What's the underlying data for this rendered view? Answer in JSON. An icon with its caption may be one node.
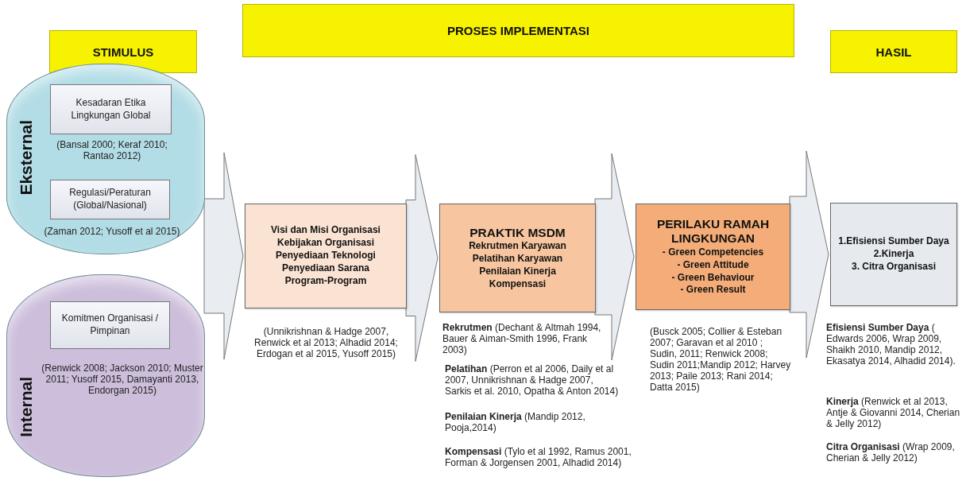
{
  "diagram": {
    "nodes": [
      {
        "text": [
          "STIMULUS"
        ]
      },
      {
        "text": [
          "PROSES IMPLEMENTASI"
        ]
      },
      {
        "text": [
          "HASIL"
        ]
      },
      {
        "text": [
          "Eksternal"
        ]
      },
      {
        "text": [
          "Kesadaran Etika Lingkungan Global"
        ],
        "in": 3,
        "beside": [
          "(Bansal 2000; Keraf 2010; Rantao 2012)"
        ]
      },
      {
        "text": [
          "Regulasi/Peraturan (Global/Nasional)"
        ],
        "in": 3,
        "beside": [
          "(Zaman 2012;  Yusoff et al 2015)"
        ]
      },
      {
        "text": [
          "Internal"
        ]
      },
      {
        "text": [
          "Komitmen Organisasi / Pimpinan"
        ],
        "in": 6,
        "beside": [
          "(Renwick 2008; Jackson 2010; Muster 2011;  Yusoff 2015, Damayanti 2013, Endorgan 2015)"
        ]
      },
      {
        "text": [
          "Visi dan Misi Organisasi",
          "Kebijakan Organisasi",
          "Penyediaan Teknologi",
          "Penyediaan Sarana",
          "Program-Program"
        ],
        "beside": [
          "(Unnikrishnan & Hadge 2007, Renwick  et al 2013; Alhadid 2014;  Erdogan et al 2015, Yusoff 2015)"
        ]
      },
      {
        "text": [
          "PRAKTIK MSDM",
          "Rekrutmen Karyawan",
          "Pelatihan Karyawan",
          "Penilaian Kinerja",
          "Kompensasi"
        ],
        "beside": [
          "**Rekrutmen** (Dechant & Altmah 1994, Bauer & Aiman-Smith 1996, Frank 2003)",
          "**Pelatihan** (Perron et al 2006, Daily et al 2007, Unnikrishnan & Hadge 2007, Sarkis et al. 2010, Opatha & Anton 2014)",
          "**Penilaian Kinerja** (Mandip 2012, Pooja,2014)",
          "**Kompensasi** (Tylo et al 1992, Ramus 2001, Forman & Jorgensen 2001, Alhadid 2014)"
        ]
      },
      {
        "text": [
          "PERILAKU RAMAH LINGKUNGAN",
          "- Green Competencies",
          "- Green Attitude",
          "- Green Behaviour",
          "- Green Result"
        ],
        "beside": [
          "(Busck 2005; Collier  & Esteban 2007; Garavan  et al 2010 ; Sudin, 2011; Renwick 2008; Sudin 2011;Mandip 2012; Harvey 2013; Paile 2013; Rani 2014;  Datta 2015)"
        ]
      },
      {
        "text": [
          "1.Efisiensi Sumber Daya",
          "2.Kinerja",
          "3. Citra Organisasi"
        ],
        "beside": [
          "**Efisiensi Sumber Daya** ( Edwards 2006, Wrap 2009, Shaikh 2010, Mandip 2012,  Ekasatya 2014, Alhadid 2014).",
          "**Kinerja** (Renwick et al 2013, Antje & Giovanni 2014, Cherian & Jelly 2012)",
          "**Citra Organisasi** (Wrap 2009, Cherian & Jelly 2012)"
        ]
      }
    ],
    "edges": [
      {
        "from": 3,
        "to": 8,
        "arrow": "to"
      },
      {
        "from": 6,
        "to": 8,
        "arrow": "to"
      },
      {
        "from": 8,
        "to": 9,
        "arrow": "to"
      },
      {
        "from": 9,
        "to": 10,
        "arrow": "to"
      },
      {
        "from": 10,
        "to": 11,
        "arrow": "to"
      }
    ]
  }
}
